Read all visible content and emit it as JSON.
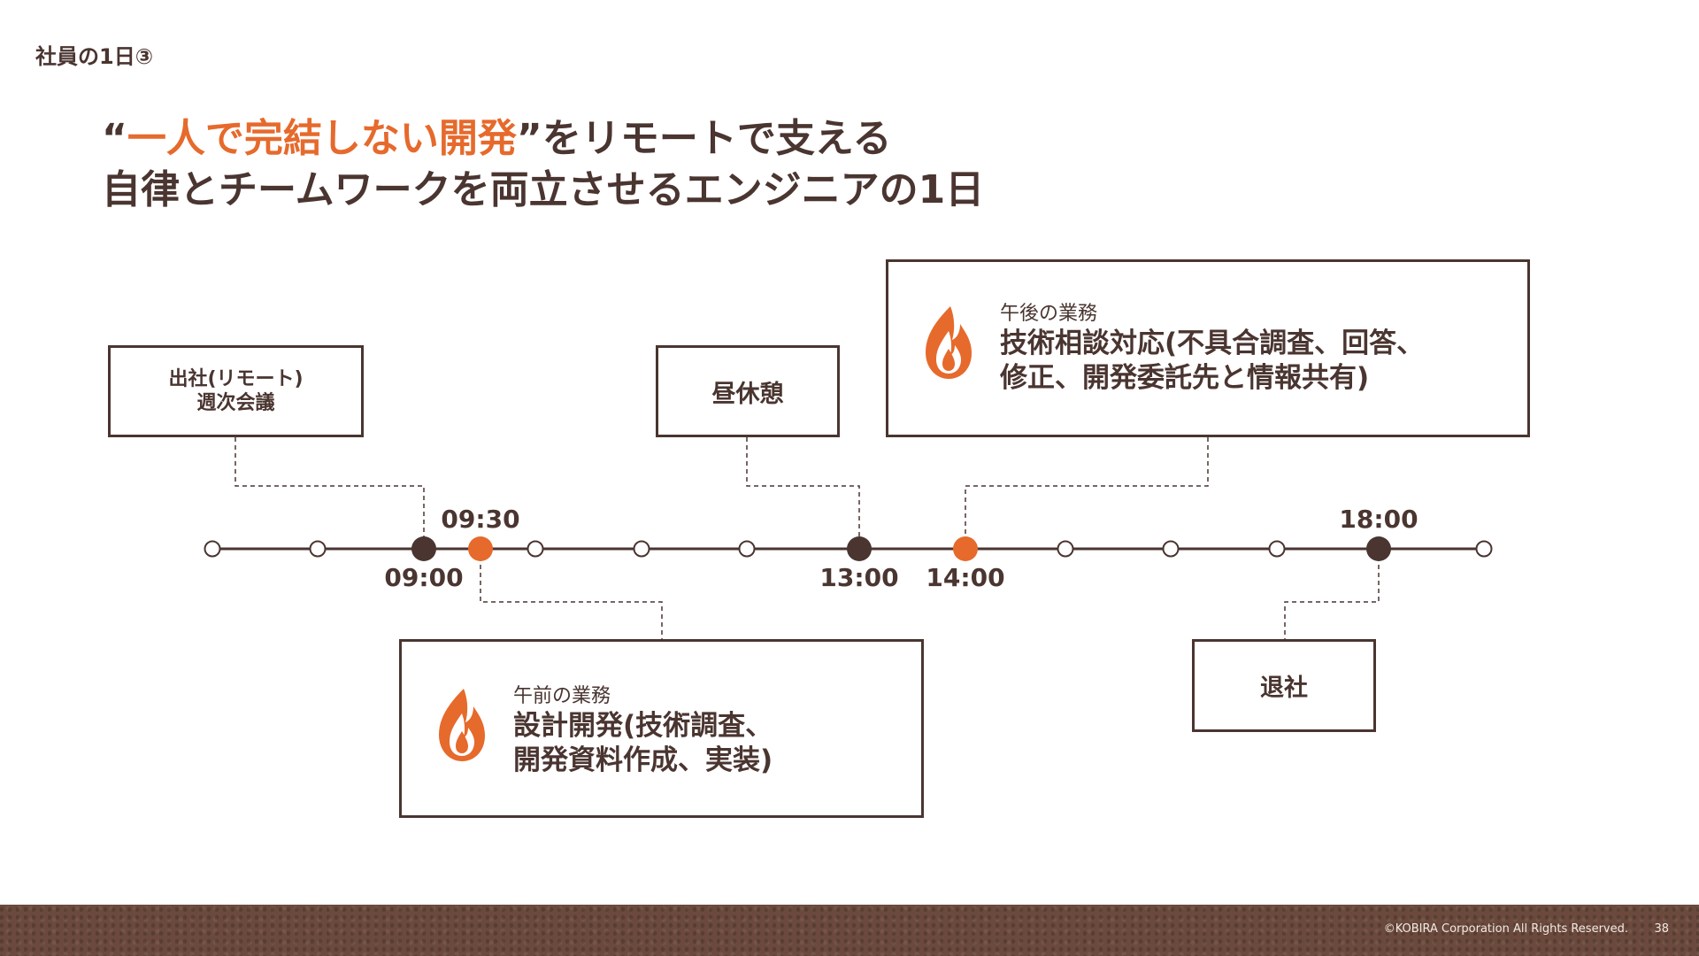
{
  "header": {
    "section_label": "社員の1日③",
    "headline_open_quote": "“",
    "headline_accent": "一人で完結しない開発",
    "headline_rest": "”をリモートで支える",
    "headline_line2": "自律とチームワークを両立させるエンジニアの1日"
  },
  "timeline": {
    "times": {
      "t0900": "09:00",
      "t0930": "09:30",
      "t1300": "13:00",
      "t1400": "14:00",
      "t1800": "18:00"
    }
  },
  "events": {
    "arrival": {
      "line1": "出社(リモート)",
      "line2": "週次会議"
    },
    "lunch": {
      "label": "昼休憩"
    },
    "leave": {
      "label": "退社"
    },
    "morning": {
      "label": "午前の業務",
      "desc_line1": "設計開発(技術調査、",
      "desc_line2": "開発資料作成、実装)",
      "icon": "flame-icon"
    },
    "afternoon": {
      "label": "午後の業務",
      "desc_line1": "技術相談対応(不具合調査、回答、",
      "desc_line2": "修正、開発委託先と情報共有)",
      "icon": "flame-icon"
    }
  },
  "footer": {
    "copyright": "©KOBIRA Corporation All Rights Reserved.",
    "page_number": "38"
  },
  "colors": {
    "primary": "#4a3530",
    "accent": "#e66a2c",
    "footer_bg": "#6b4a3d"
  }
}
